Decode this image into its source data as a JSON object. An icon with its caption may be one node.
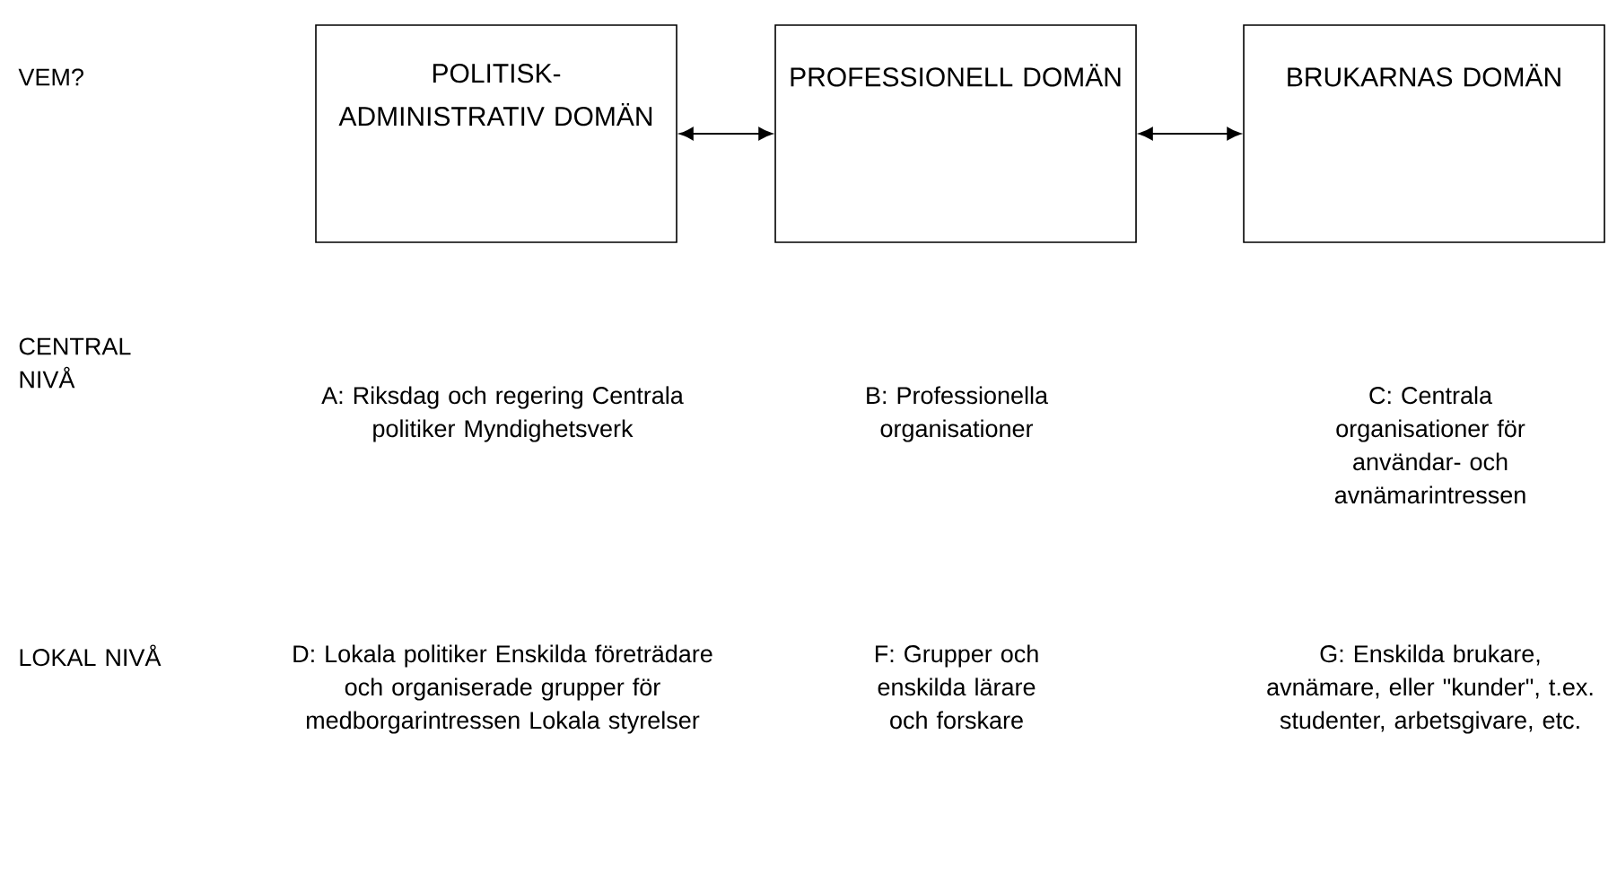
{
  "diagram": {
    "nodes": [
      {
        "text": [
          "POLITISK-ADMINISTRATIV DOMÄN"
        ]
      },
      {
        "text": [
          "PROFESSIONELL DOMÄN"
        ]
      },
      {
        "text": [
          "BRUKARNAS DOMÄN"
        ]
      }
    ],
    "edges": [
      {
        "from": 0,
        "to": 1,
        "arrow": "both"
      },
      {
        "from": 1,
        "to": 2,
        "arrow": "both"
      }
    ],
    "labels": [
      "VEM?",
      "CENTRAL NIVÅ",
      "A: Riksdag och regering Centrala politiker Myndighetsverk",
      "B: Professionella organisationer",
      "C: Centrala organisationer för användar- och avnämarintressen",
      "LOKAL NIVÅ",
      "D: Lokala politiker Enskilda företrädare och organiserade grupper för medborgarintressen Lokala styrelser",
      "F: Grupper och enskilda lärare och forskare",
      "G: Enskilda brukare, avnämare, eller \"kunder\", t.ex. studenter, arbetsgivare, etc."
    ]
  }
}
